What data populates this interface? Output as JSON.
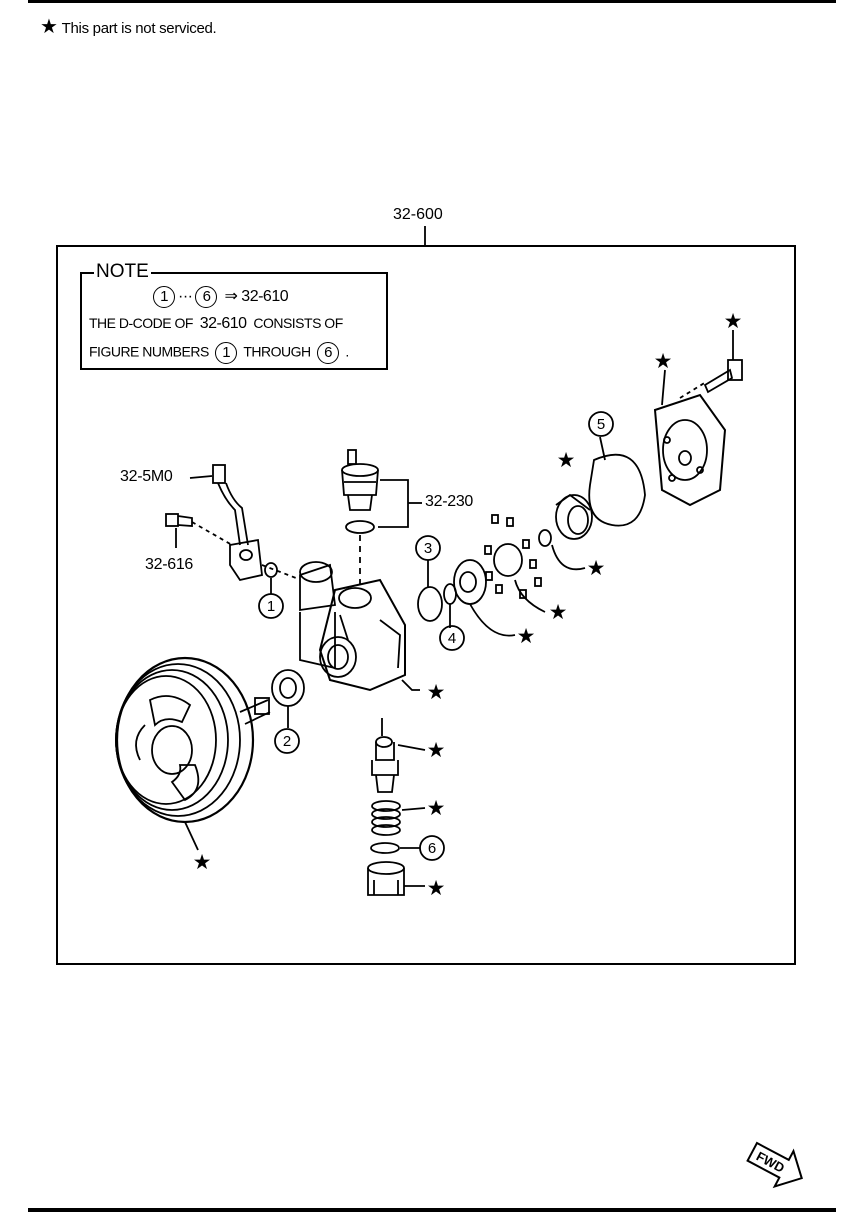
{
  "legend": {
    "symbol": "★",
    "text": "This part is not serviced."
  },
  "main_code": "32-600",
  "note": {
    "title": "NOTE",
    "range_start": "1",
    "range_dots": "···",
    "range_end": "6",
    "arrow": "⇒",
    "range_code": "32-610",
    "line2_a": "THE D-CODE OF",
    "line2_code": "32-610",
    "line2_b": "CONSISTS OF",
    "line3_a": "FIGURE NUMBERS",
    "line3_start": "1",
    "line3_b": "THROUGH",
    "line3_end": "6",
    "line3_period": "."
  },
  "part_labels": {
    "hose_bracket": "32-5M0",
    "bolt": "32-616",
    "sensor": "32-230"
  },
  "callouts": [
    "1",
    "2",
    "3",
    "4",
    "5",
    "6"
  ],
  "fwd_label": "FWD"
}
